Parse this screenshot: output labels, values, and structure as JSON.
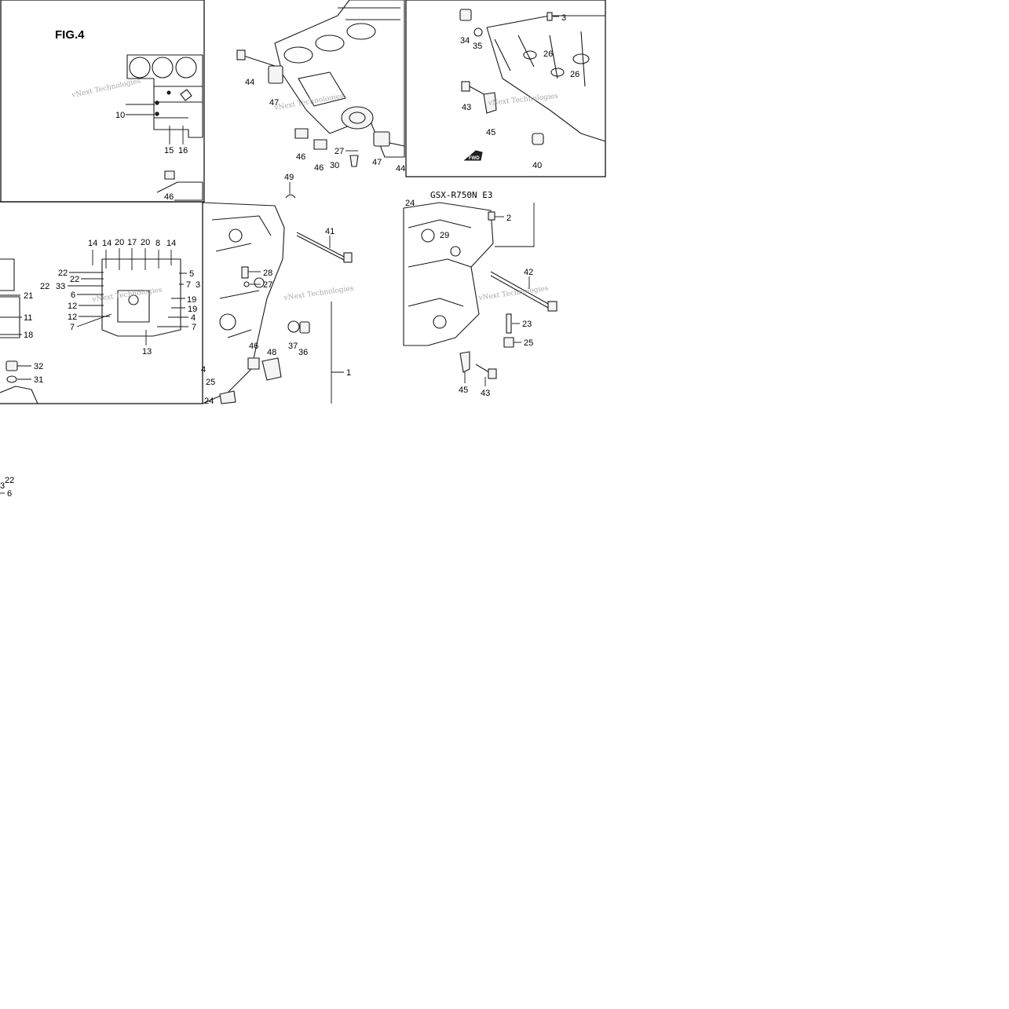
{
  "figure_label": "FIG.4",
  "model_label": "GSX-R750N E3",
  "watermark": "vNext Technologies",
  "forward_marker": "FWD",
  "callouts": {
    "t1": [
      "10",
      "15",
      "16",
      "46"
    ],
    "t2": [
      "44",
      "47",
      "46",
      "46",
      "27",
      "30",
      "47",
      "44"
    ],
    "t3": [
      "34",
      "35",
      "3",
      "26",
      "26",
      "43",
      "45",
      "40"
    ],
    "t4": [
      "14",
      "14",
      "20",
      "17",
      "20",
      "8",
      "14",
      "22",
      "22",
      "5",
      "22",
      "33",
      "7",
      "3",
      "6",
      "19",
      "12",
      "19",
      "12",
      "4",
      "7",
      "7",
      "13",
      "21",
      "11",
      "18",
      "32",
      "31"
    ],
    "t5": [
      "49",
      "41",
      "28",
      "27",
      "46",
      "48",
      "37",
      "36",
      "1",
      "4",
      "25",
      "24"
    ],
    "t6": [
      "24",
      "2",
      "29",
      "42",
      "23",
      "25",
      "45",
      "43"
    ],
    "t7": [
      "22",
      "3",
      "6"
    ]
  }
}
